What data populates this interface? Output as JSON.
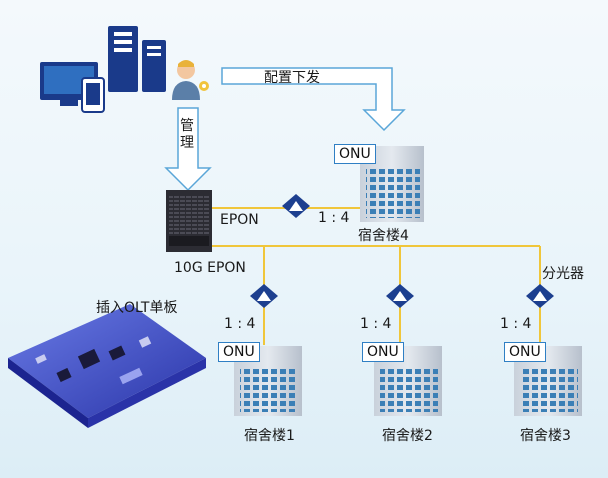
{
  "labels": {
    "config_push": "配置下发",
    "manage": "管理",
    "epon": "EPON",
    "ten_g_epon": "10G EPON",
    "insert_board": "插入OLT单板",
    "splitter": "分光器"
  },
  "buildings": [
    {
      "name": "宿舍楼4",
      "onu": "ONU",
      "ratio": "1 : 4"
    },
    {
      "name": "宿舍楼1",
      "onu": "ONU",
      "ratio": "1 : 4"
    },
    {
      "name": "宿舍楼2",
      "onu": "ONU",
      "ratio": "1 : 4"
    },
    {
      "name": "宿舍楼3",
      "onu": "ONU",
      "ratio": "1 : 4"
    }
  ],
  "colors": {
    "link": "#f0c63a",
    "arrow_stroke": "#5aa6d8",
    "device": "#1a3a8a",
    "accent": "#2f7fc4"
  }
}
